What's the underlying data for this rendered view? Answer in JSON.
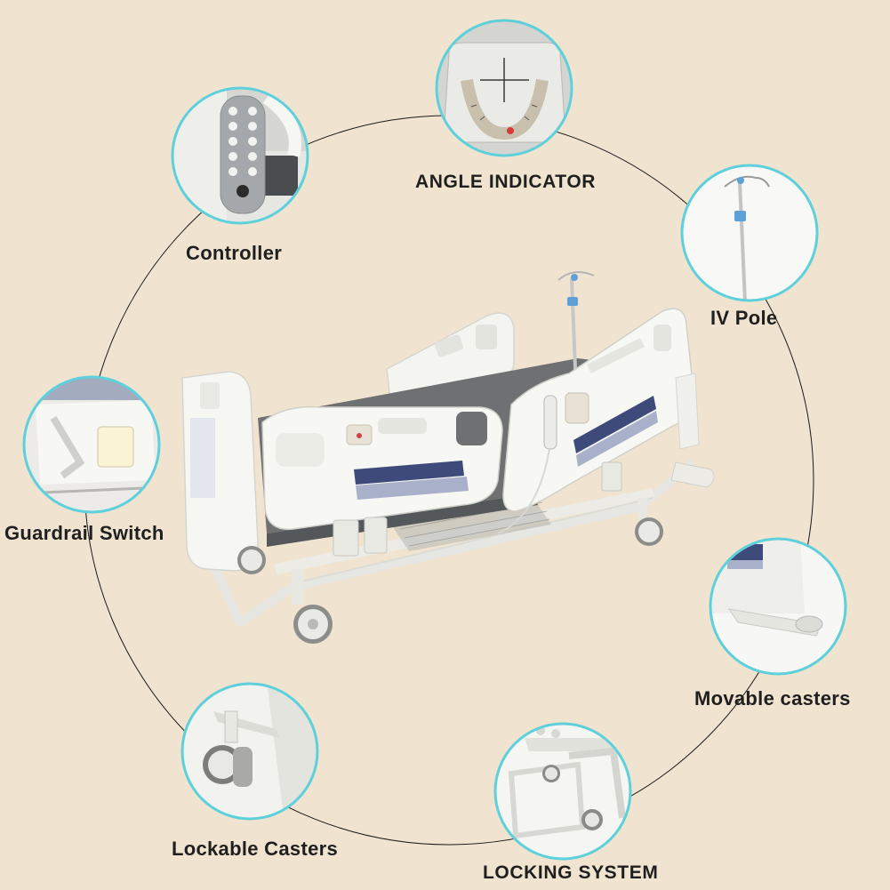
{
  "features": {
    "controller": {
      "label": "Controller",
      "icon": "remote-controller-photo"
    },
    "angle_indicator": {
      "label": "ANGLE INDICATOR",
      "icon": "angle-gauge-photo"
    },
    "iv_pole": {
      "label": "IV Pole",
      "icon": "iv-pole-photo"
    },
    "guardrail_switch": {
      "label": "Guardrail Switch",
      "icon": "guardrail-switch-photo"
    },
    "movable_casters": {
      "label": "Movable casters",
      "icon": "movable-caster-photo"
    },
    "lockable_casters": {
      "label": "Lockable Casters",
      "icon": "lockable-caster-photo"
    },
    "locking_system": {
      "label": "LOCKING SYSTEM",
      "icon": "locking-system-photo"
    }
  },
  "colors": {
    "background": "#f0e4d0",
    "circle_border": "#5ed0dc",
    "bed_frame": "#f4f4f1",
    "mattress": "#6b6e70",
    "rail_stripe": "#3d4a7a"
  }
}
